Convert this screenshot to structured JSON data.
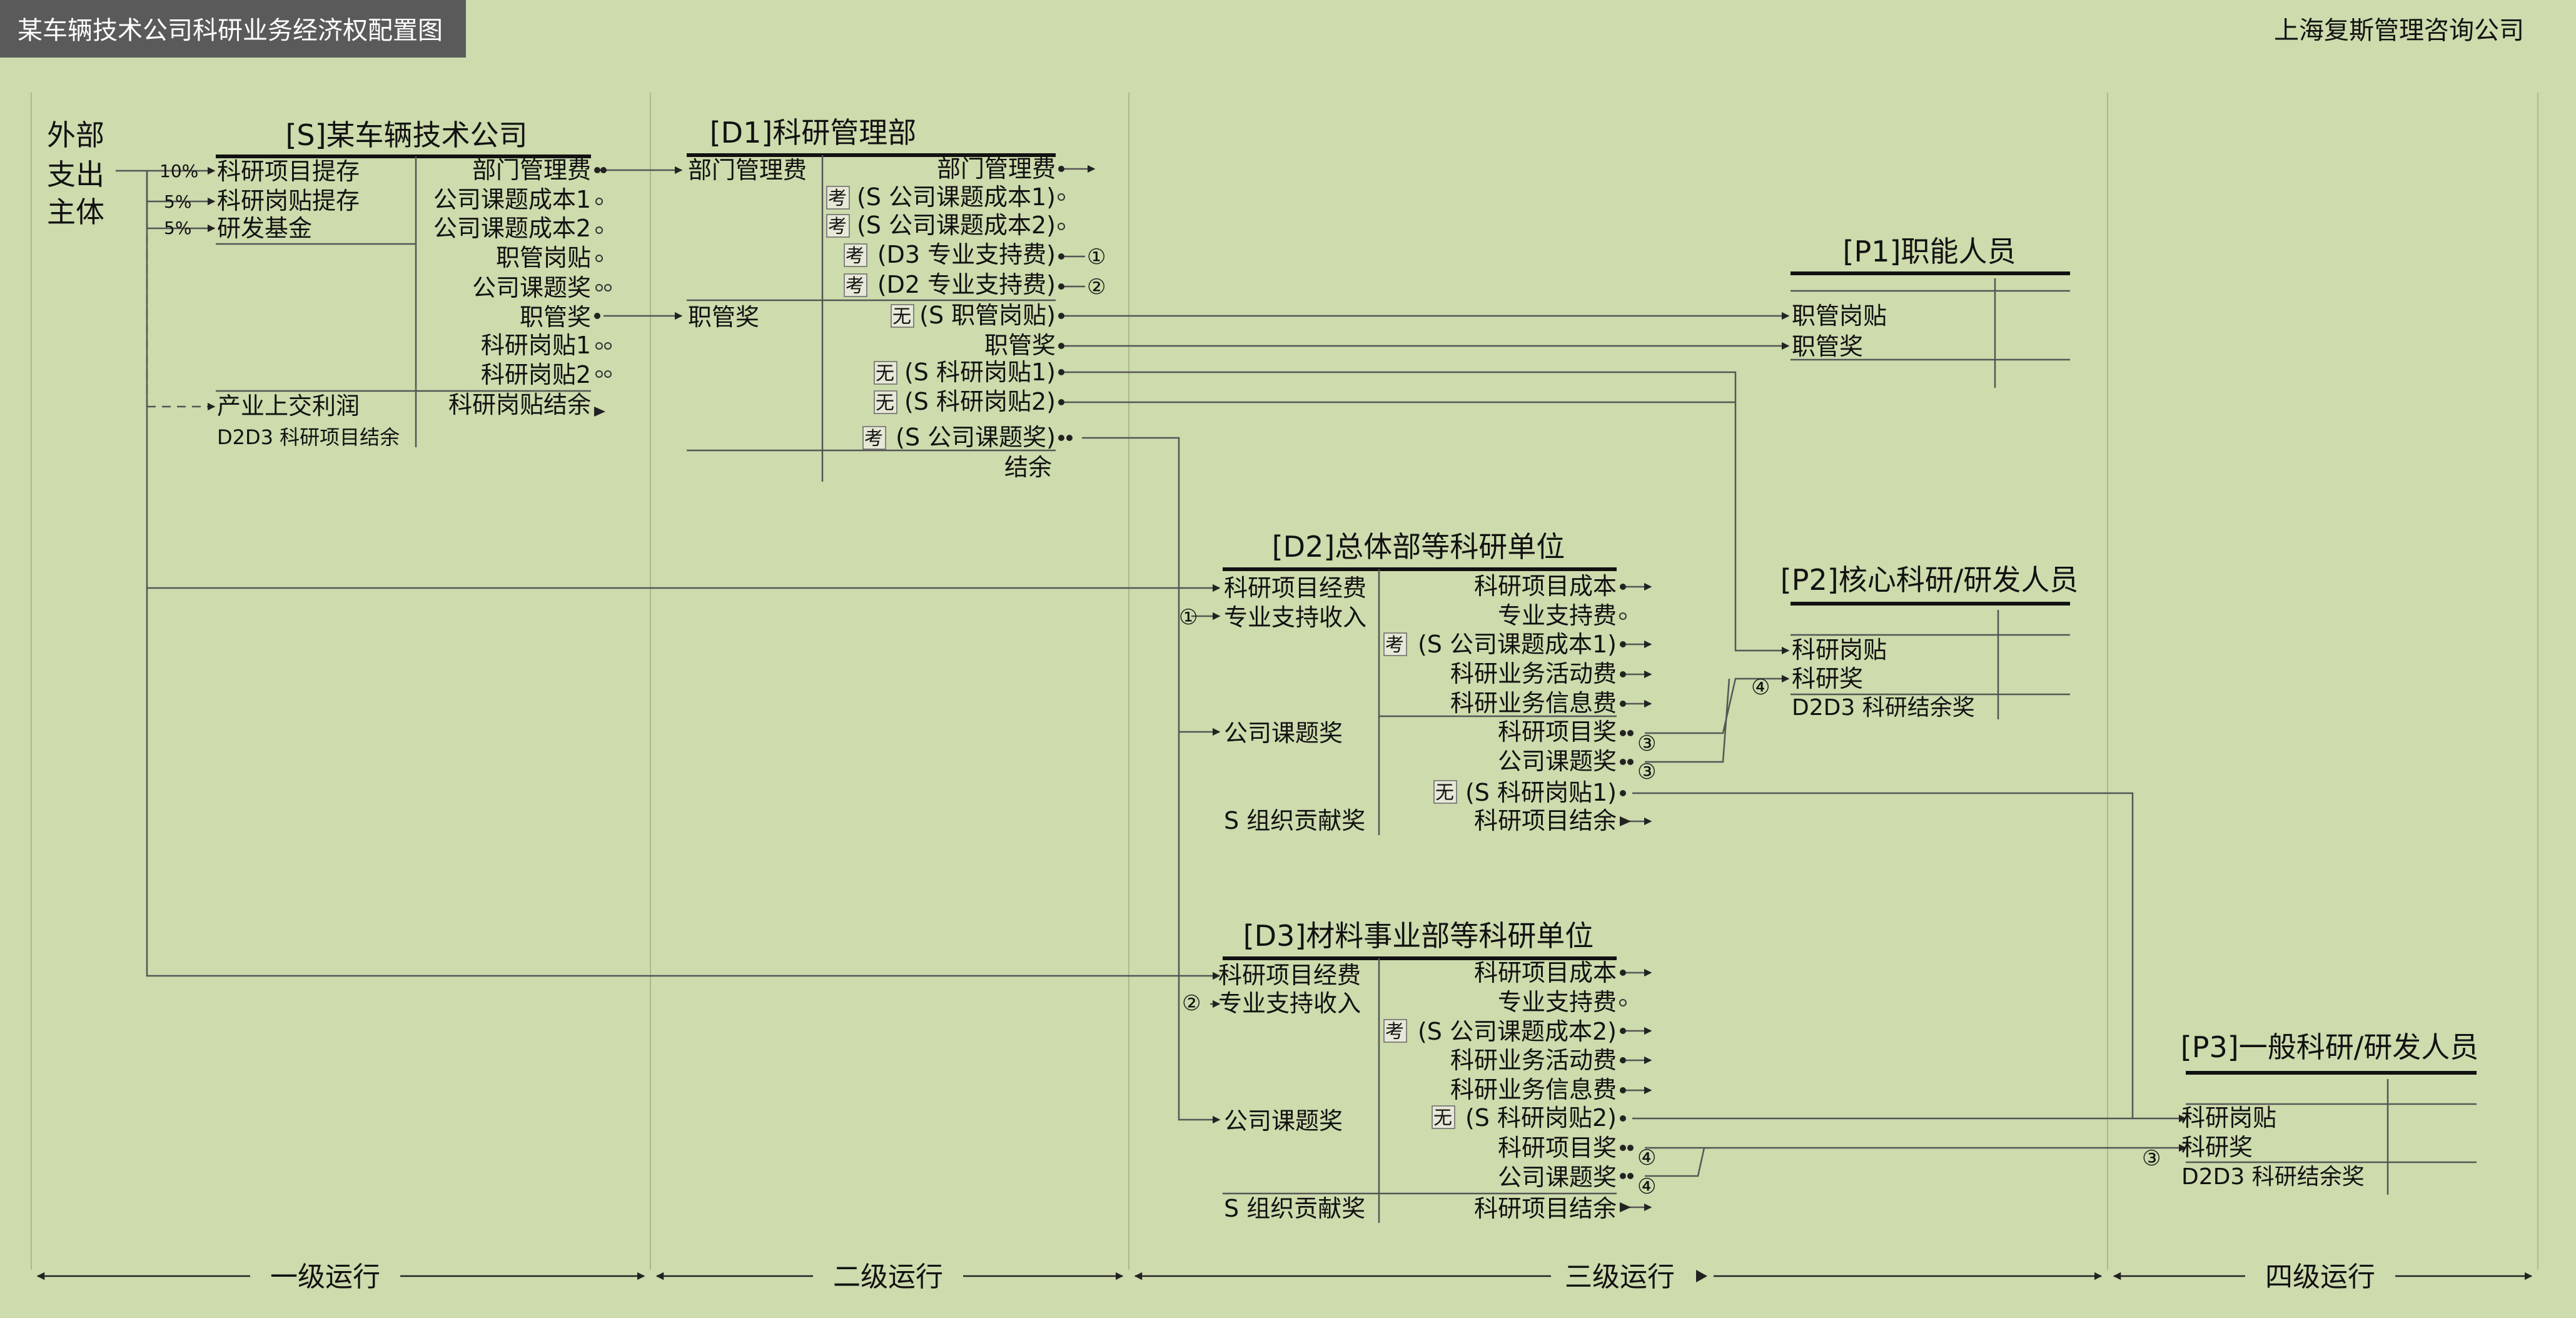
{
  "header": {
    "title": "某车辆技术公司科研业务经济权配置图",
    "company": "上海复斯管理咨询公司"
  },
  "external": {
    "line1": "外部",
    "line2": "支出",
    "line3": "主体"
  },
  "boxes": {
    "s": {
      "title": "[S]某车辆技术公司",
      "inputs": [
        "科研项目提存",
        "科研岗贴提存",
        "研发基金",
        "产业上交利润",
        "D2D3 科研项目结余"
      ],
      "input_pcts": [
        "10%",
        "5%",
        "5%"
      ],
      "outputs": [
        "部门管理费",
        "公司课题成本1",
        "公司课题成本2",
        "职管岗贴",
        "公司课题奖",
        "职管奖",
        "科研岗贴1",
        "科研岗贴2",
        "科研岗贴结余"
      ]
    },
    "d1": {
      "title": "[D1]科研管理部",
      "inputs": [
        "部门管理费",
        "职管奖"
      ],
      "outputs": [
        "部门管理费",
        "(S 公司课题成本1)",
        "(S 公司课题成本2)",
        "(D3 专业支持费)",
        "(D2 专业支持费)",
        "(S 职管岗贴)",
        "职管奖",
        "(S 科研岗贴1)",
        "(S 科研岗贴2)",
        "(S 公司课题奖)",
        "结余"
      ],
      "tags": [
        "考",
        "考",
        "考",
        "考",
        "无",
        "无",
        "无",
        "考"
      ]
    },
    "d2": {
      "title": "[D2]总体部等科研单位",
      "inputs": [
        "科研项目经费",
        "专业支持收入",
        "公司课题奖",
        "S 组织贡献奖"
      ],
      "outputs": [
        "科研项目成本",
        "专业支持费",
        "(S 公司课题成本1)",
        "科研业务活动费",
        "科研业务信息费",
        "科研项目奖",
        "公司课题奖",
        "(S 科研岗贴1)",
        "科研项目结余"
      ],
      "tags": [
        "考",
        "无"
      ]
    },
    "d3": {
      "title": "[D3]材料事业部等科研单位",
      "inputs": [
        "科研项目经费",
        "专业支持收入",
        "公司课题奖",
        "S 组织贡献奖"
      ],
      "outputs": [
        "科研项目成本",
        "专业支持费",
        "(S 公司课题成本2)",
        "科研业务活动费",
        "科研业务信息费",
        "(S 科研岗贴2)",
        "科研项目奖",
        "公司课题奖",
        "科研项目结余"
      ],
      "tags": [
        "考",
        "无"
      ]
    },
    "p1": {
      "title": "[P1]职能人员",
      "inputs": [
        "职管岗贴",
        "职管奖"
      ]
    },
    "p2": {
      "title": "[P2]核心科研/研发人员",
      "inputs": [
        "科研岗贴",
        "科研奖",
        "D2D3 科研结余奖"
      ]
    },
    "p3": {
      "title": "[P3]一般科研/研发人员",
      "inputs": [
        "科研岗贴",
        "科研奖",
        "D2D3 科研结余奖"
      ]
    }
  },
  "markers": {
    "m1": "①",
    "m2": "②",
    "m3": "③",
    "m4": "④"
  },
  "levels": [
    "一级运行",
    "二级运行",
    "三级运行",
    "四级运行"
  ],
  "colors": {
    "background": "#cddbad",
    "title_bar": "#5a5a5a",
    "line": "#555555",
    "text": "#111111",
    "tag_fill": "#e8e8d8"
  }
}
